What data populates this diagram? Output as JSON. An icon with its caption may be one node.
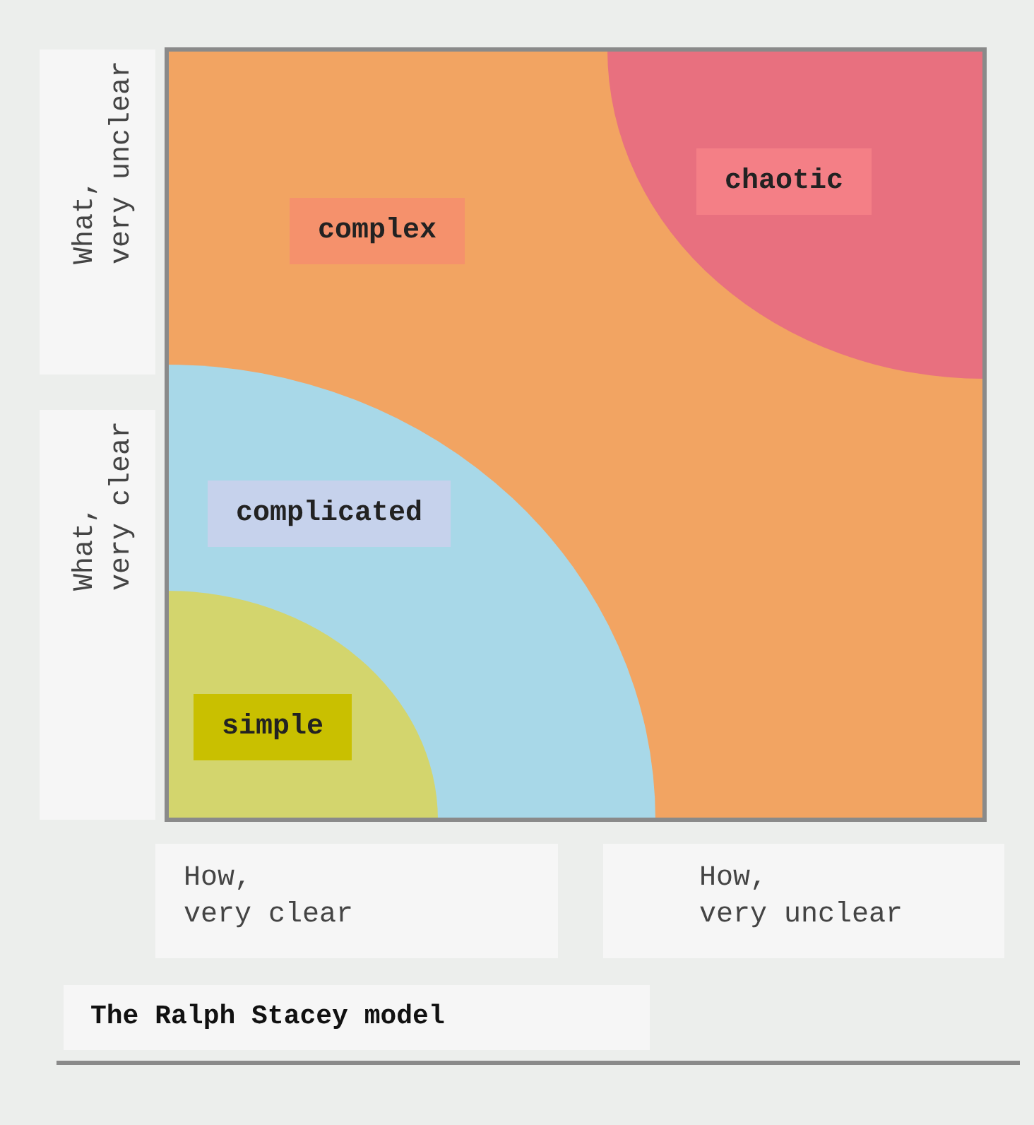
{
  "diagram": {
    "caption": "The Ralph Stacey model",
    "nodes": [
      {
        "text": [
          "complex"
        ]
      },
      {
        "text": [
          "chaotic"
        ],
        "in": 0
      },
      {
        "text": [
          "complicated"
        ],
        "in": 0
      },
      {
        "text": [
          "simple"
        ],
        "in": 2
      }
    ],
    "labels": [
      "What, very unclear",
      "What, very clear",
      "How, very clear",
      "How, very unclear"
    ]
  }
}
